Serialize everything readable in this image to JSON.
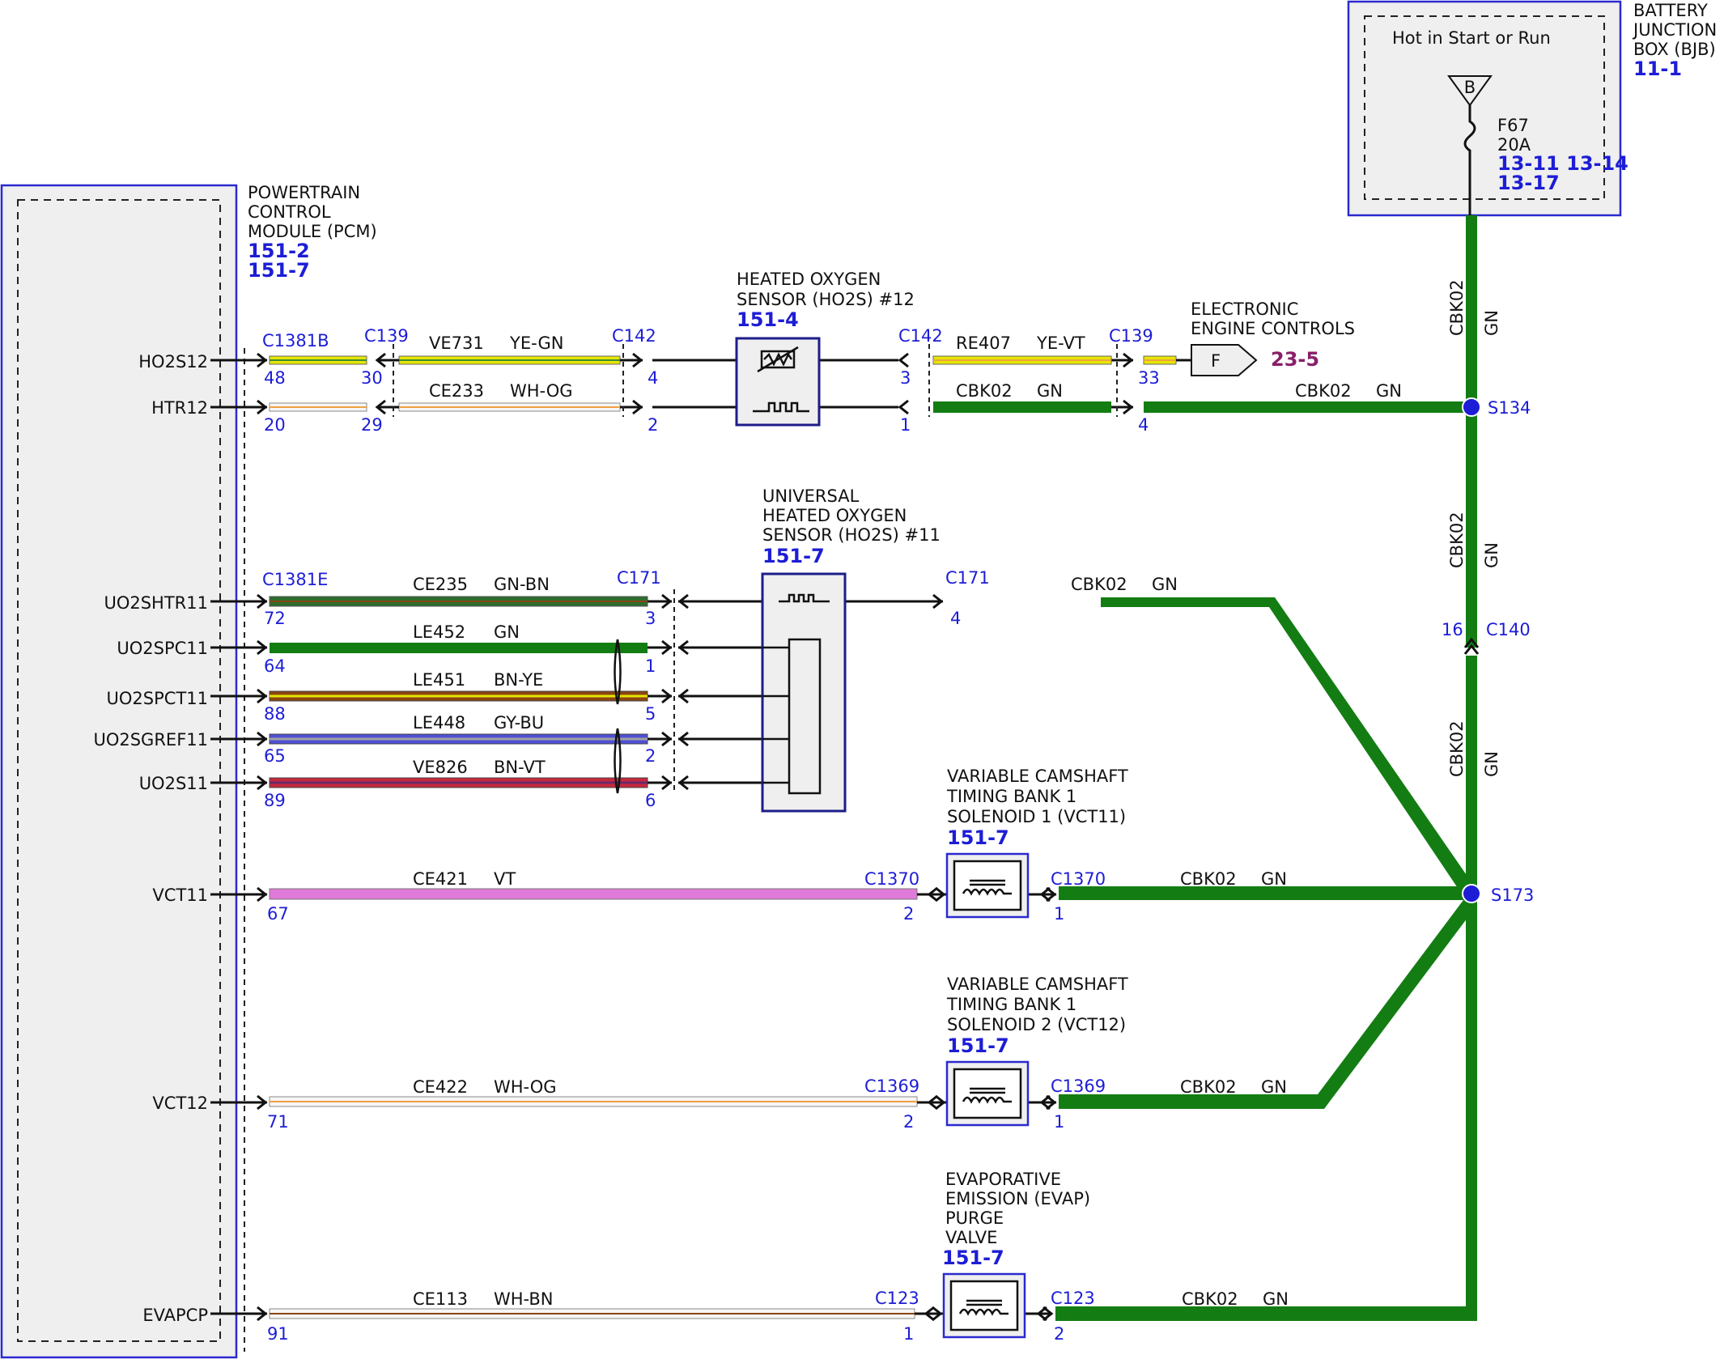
{
  "modules": {
    "pcm": {
      "title_lines": [
        "POWERTRAIN",
        "CONTROL",
        "MODULE (PCM)"
      ],
      "refs": [
        "151-2",
        "151-7"
      ]
    },
    "bjb": {
      "title_lines": [
        "BATTERY",
        "JUNCTION",
        "BOX (BJB)"
      ],
      "ref": "11-1",
      "inner_label": "Hot in Start or Run",
      "bus_letter": "B",
      "fuse": "F67",
      "rating": "20A",
      "fuse_refs": [
        "13-11 13-14",
        "13-17"
      ]
    },
    "ho2s12": {
      "title_lines": [
        "HEATED OXYGEN",
        "SENSOR (HO2S) #12"
      ],
      "ref": "151-4"
    },
    "uho2s11": {
      "title_lines": [
        "UNIVERSAL",
        "HEATED OXYGEN",
        "SENSOR (HO2S) #11"
      ],
      "ref": "151-7"
    },
    "eec": {
      "title_lines": [
        "ELECTRONIC",
        "ENGINE CONTROLS"
      ],
      "ref": "23-5",
      "letter": "F"
    },
    "vct11": {
      "title_lines": [
        "VARIABLE CAMSHAFT",
        "TIMING BANK 1",
        "SOLENOID 1 (VCT11)"
      ],
      "ref": "151-7"
    },
    "vct12": {
      "title_lines": [
        "VARIABLE CAMSHAFT",
        "TIMING BANK 1",
        "SOLENOID 2 (VCT12)"
      ],
      "ref": "151-7"
    },
    "evap": {
      "title_lines": [
        "EVAPORATIVE",
        "EMISSION (EVAP)",
        "PURGE",
        "VALVE"
      ],
      "ref": "151-7"
    }
  },
  "pcm_pins": [
    "HO2S12",
    "HTR12",
    "UO2SHTR11",
    "UO2SPC11",
    "UO2SPCT11",
    "UO2SGREF11",
    "UO2S11",
    "VCT11",
    "VCT12",
    "EVAPCP"
  ],
  "connectors": {
    "c1381b": "C1381B",
    "c1381e": "C1381E",
    "c139": "C139",
    "c142": "C142",
    "c171": "C171",
    "c1370": "C1370",
    "c1369": "C1369",
    "c123": "C123",
    "c140": "C140"
  },
  "splices": {
    "s134": "S134",
    "s173": "S173"
  },
  "pins": {
    "p48": "48",
    "p30": "30",
    "p4a": "4",
    "p3a": "3",
    "p33": "33",
    "p20": "20",
    "p29": "29",
    "p2a": "2",
    "p1a": "1",
    "p4b": "4",
    "p72": "72",
    "p3b": "3",
    "p4c": "4",
    "p64": "64",
    "p1b": "1",
    "p88": "88",
    "p5": "5",
    "p65": "65",
    "p2b": "2",
    "p89": "89",
    "p6": "6",
    "p67": "67",
    "p2c": "2",
    "p1c": "1",
    "p71": "71",
    "p2d": "2",
    "p1d": "1",
    "p91": "91",
    "p1e": "1",
    "p2e": "2",
    "p16": "16"
  },
  "circuits": {
    "ve731": [
      "VE731",
      "YE-GN"
    ],
    "re407": [
      "RE407",
      "YE-VT"
    ],
    "ce233": [
      "CE233",
      "WH-OG"
    ],
    "cbk02_ho2s": [
      "CBK02",
      "GN"
    ],
    "cbk02_s134": [
      "CBK02",
      "GN"
    ],
    "ce235": [
      "CE235",
      "GN-BN"
    ],
    "cbk02_c171": [
      "CBK02",
      "GN"
    ],
    "le452": [
      "LE452",
      "GN"
    ],
    "le451": [
      "LE451",
      "BN-YE"
    ],
    "le448": [
      "LE448",
      "GY-BU"
    ],
    "ve826": [
      "VE826",
      "BN-VT"
    ],
    "ce421": [
      "CE421",
      "VT"
    ],
    "cbk02_vct11": [
      "CBK02",
      "GN"
    ],
    "ce422": [
      "CE422",
      "WH-OG"
    ],
    "cbk02_vct12": [
      "CBK02",
      "GN"
    ],
    "ce113": [
      "CE113",
      "WH-BN"
    ],
    "cbk02_evap": [
      "CBK02",
      "GN"
    ],
    "v1": [
      "CBK02",
      "GN"
    ],
    "v2": [
      "CBK02",
      "GN"
    ],
    "v3": [
      "CBK02",
      "GN"
    ]
  },
  "wire_colors": {
    "green": "#137d13",
    "yellow": "#e6e600",
    "violet": "#e07ad9",
    "white": "#f6f6f6",
    "orange": "#f0a040",
    "brown": "#8b4513",
    "blue": "#4f4fd6",
    "gray": "#a0a0a0",
    "red": "#c8283c",
    "accent": "#1d1dd6"
  }
}
